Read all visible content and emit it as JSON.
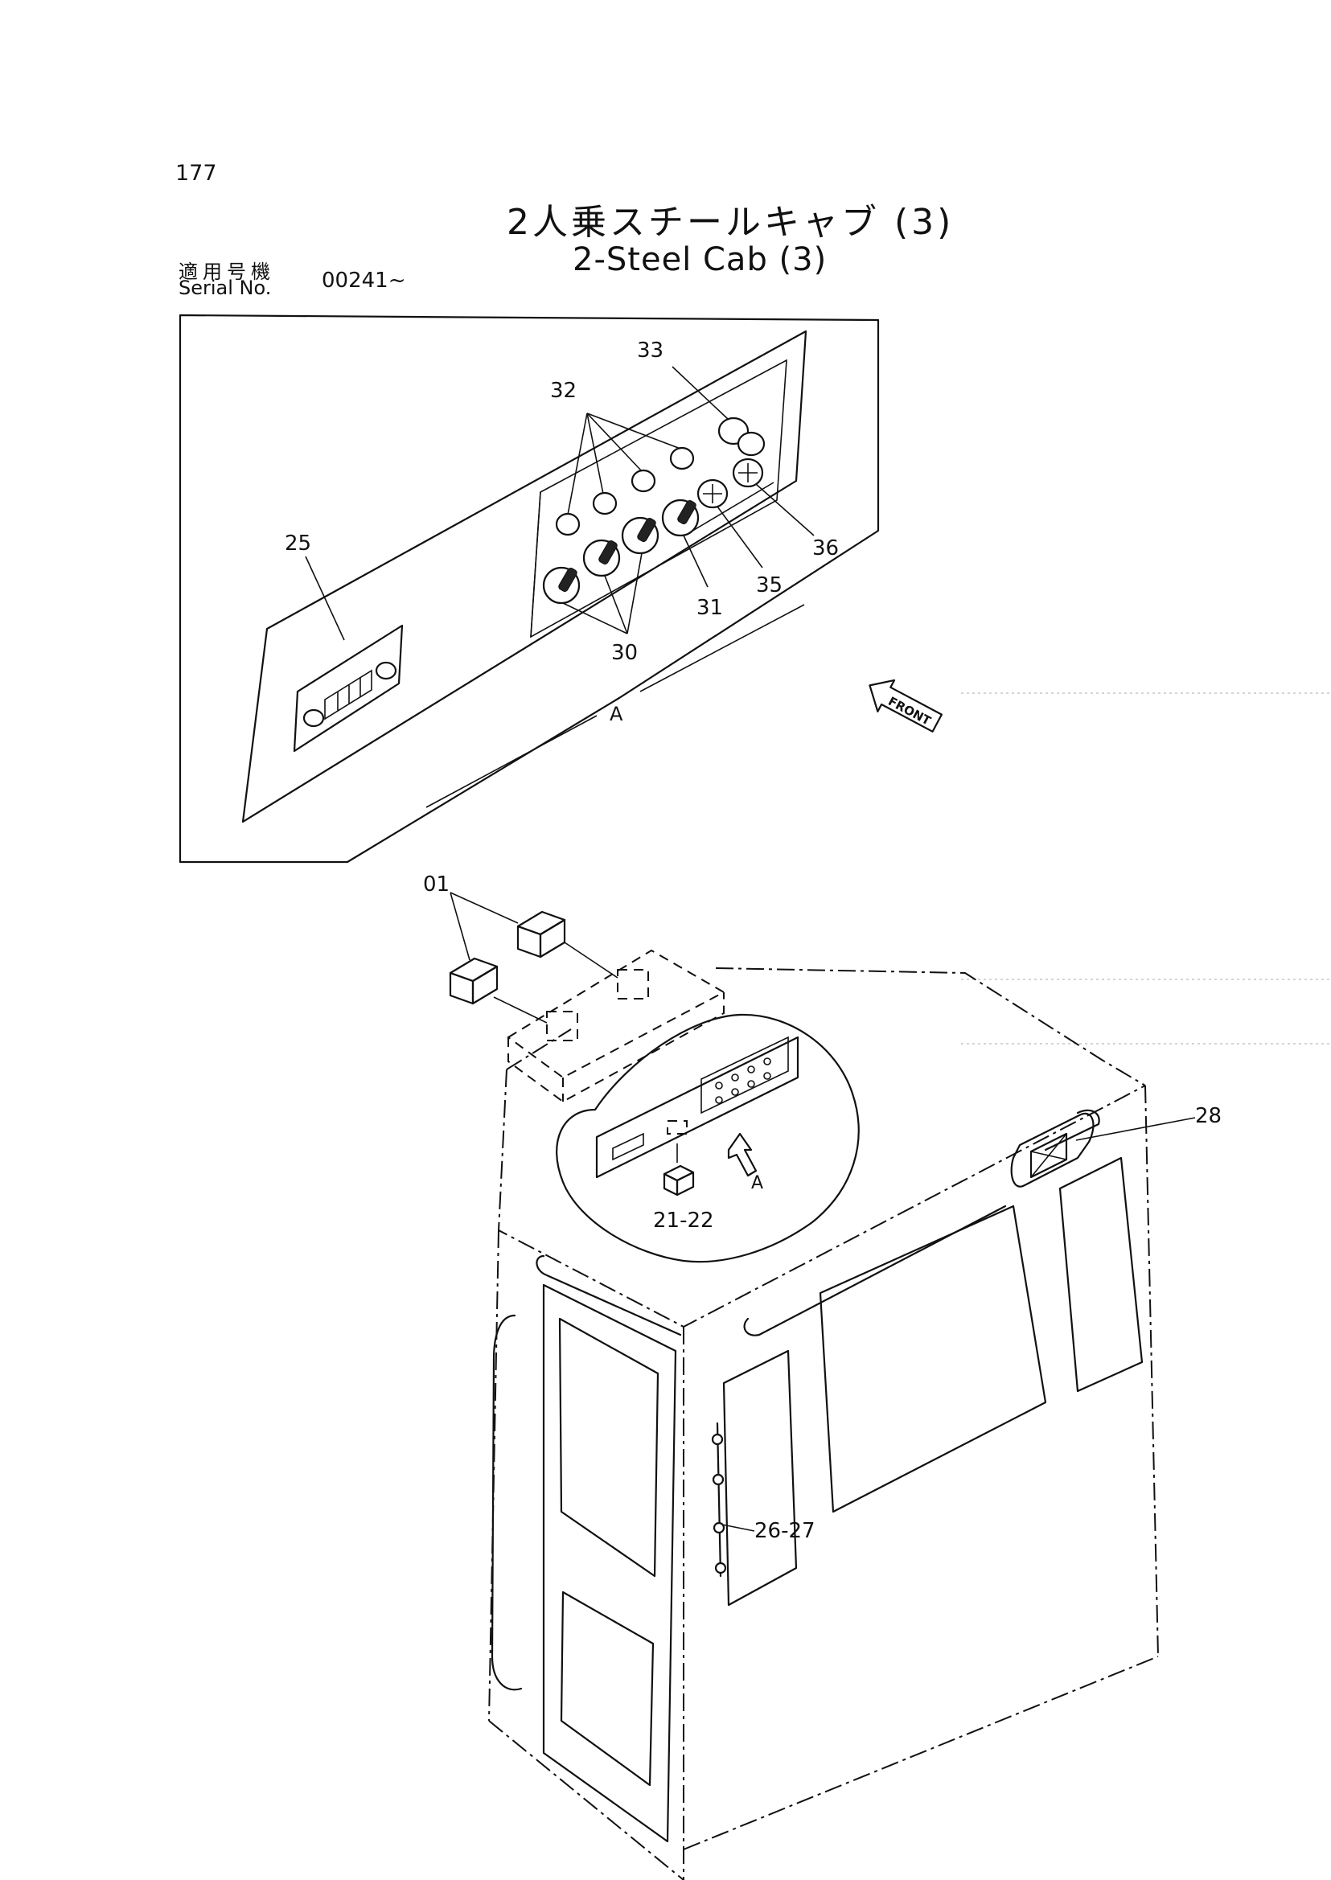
{
  "header": {
    "page_number": "177",
    "title_japanese": "2人乗スチールキャブ (3)",
    "title_english": "2-Steel Cab (3)",
    "serial_label_japanese": "適用号機",
    "serial_label_english": "Serial No.",
    "serial_value": "00241~"
  },
  "callouts": {
    "c01": "01",
    "c21_22": "21-22",
    "c25": "25",
    "c26_27": "26-27",
    "c28": "28",
    "c30": "30",
    "c31": "31",
    "c32": "32",
    "c33": "33",
    "c35": "35",
    "c36": "36"
  },
  "view_labels": {
    "detail_view": "A",
    "arrow_view": "A",
    "front_marker": "FRONT"
  }
}
